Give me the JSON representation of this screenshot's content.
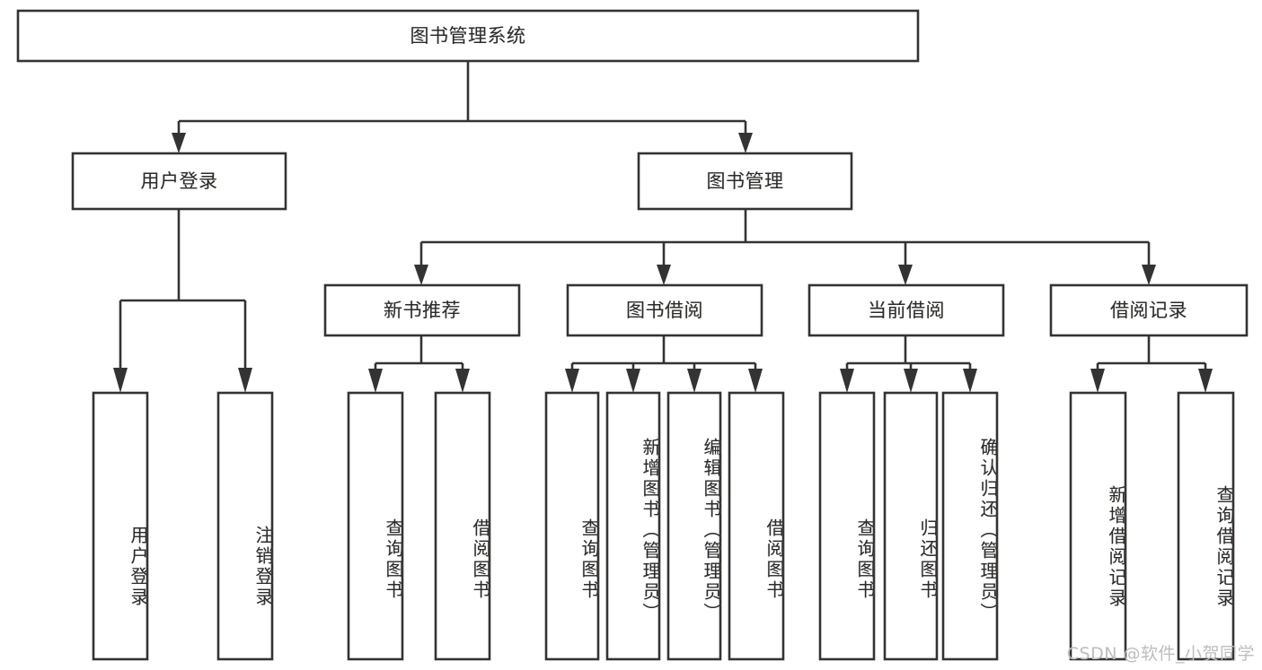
{
  "diagram": {
    "type": "tree-hierarchy-chart",
    "title": "图书管理系统",
    "watermark": "CSDN @软件_小贺同学",
    "colors": {
      "stroke": "#333333",
      "node_fill": "#ffffff",
      "text": "#2b2b2b",
      "background": "#ffffff",
      "watermark": "#bdbdbd"
    },
    "root": {
      "id": "root",
      "label": "图书管理系统",
      "orientation": "horizontal"
    },
    "level2": [
      {
        "id": "user-login",
        "label": "用户登录",
        "orientation": "horizontal"
      },
      {
        "id": "book-management",
        "label": "图书管理",
        "orientation": "horizontal"
      }
    ],
    "level3": [
      {
        "id": "new-book-recommend",
        "label": "新书推荐",
        "parent": "book-management",
        "orientation": "horizontal"
      },
      {
        "id": "book-borrow",
        "label": "图书借阅",
        "parent": "book-management",
        "orientation": "horizontal"
      },
      {
        "id": "current-borrow",
        "label": "当前借阅",
        "parent": "book-management",
        "orientation": "horizontal"
      },
      {
        "id": "borrow-record",
        "label": "借阅记录",
        "parent": "book-management",
        "orientation": "horizontal"
      }
    ],
    "leaves": [
      {
        "id": "leaf-user-login",
        "label": "用户登录",
        "parent": "user-login",
        "orientation": "vertical"
      },
      {
        "id": "leaf-user-logout",
        "label": "注销登录",
        "parent": "user-login",
        "orientation": "vertical"
      },
      {
        "id": "leaf-query-book-recommend",
        "label": "查询图书",
        "parent": "new-book-recommend",
        "orientation": "vertical"
      },
      {
        "id": "leaf-borrow-book-recommend",
        "label": "借阅图书",
        "parent": "new-book-recommend",
        "orientation": "vertical"
      },
      {
        "id": "leaf-query-book-borrow",
        "label": "查询图书",
        "parent": "book-borrow",
        "orientation": "vertical"
      },
      {
        "id": "leaf-add-book",
        "label": "新增图书（管理员）",
        "parent": "book-borrow",
        "orientation": "vertical"
      },
      {
        "id": "leaf-edit-book",
        "label": "编辑图书（管理员）",
        "parent": "book-borrow",
        "orientation": "vertical"
      },
      {
        "id": "leaf-borrow-book",
        "label": "借阅图书",
        "parent": "book-borrow",
        "orientation": "vertical"
      },
      {
        "id": "leaf-query-book-current",
        "label": "查询图书",
        "parent": "current-borrow",
        "orientation": "vertical"
      },
      {
        "id": "leaf-return-book",
        "label": "归还图书",
        "parent": "current-borrow",
        "orientation": "vertical"
      },
      {
        "id": "leaf-confirm-return",
        "label": "确认归还（管理员）",
        "parent": "current-borrow",
        "orientation": "vertical"
      },
      {
        "id": "leaf-add-record",
        "label": "新增借阅记录",
        "parent": "borrow-record",
        "orientation": "vertical"
      },
      {
        "id": "leaf-query-record",
        "label": "查询借阅记录",
        "parent": "borrow-record",
        "orientation": "vertical"
      }
    ]
  }
}
